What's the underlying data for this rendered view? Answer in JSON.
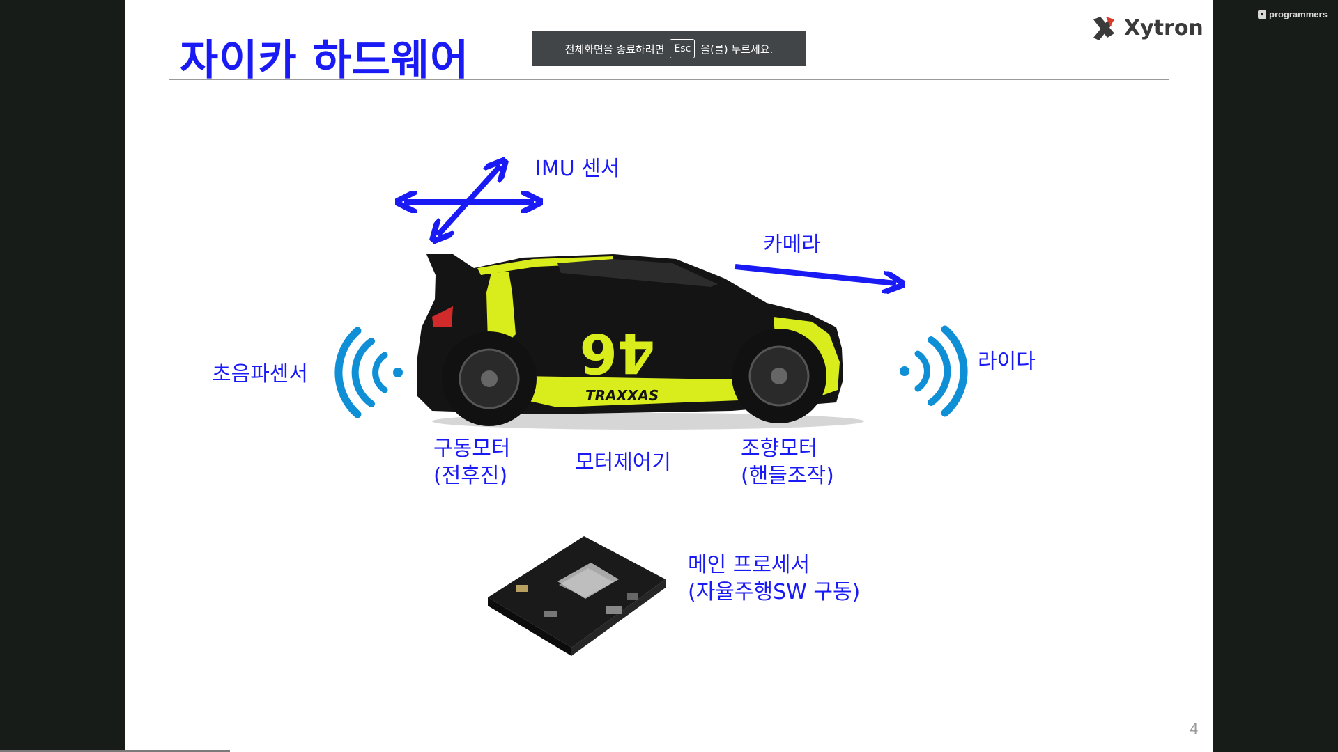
{
  "watermark": {
    "text": "programmers"
  },
  "slide": {
    "title": "자이카 하드웨어",
    "logo_text": "Xytron",
    "page_number": "4"
  },
  "toast": {
    "before": "전체화면을 종료하려면",
    "key": "Esc",
    "after": "을(를) 누르세요."
  },
  "labels": {
    "imu": "IMU 센서",
    "camera": "카메라",
    "ultrasonic": "초음파센서",
    "lidar": "라이다",
    "drive_motor_1": "구동모터",
    "drive_motor_2": "(전후진)",
    "motor_controller": "모터제어기",
    "steering_motor_1": "조향모터",
    "steering_motor_2": "(핸들조작)",
    "processor_1": "메인 프로세서",
    "processor_2": "(자율주행SW 구동)"
  },
  "car": {
    "number": "46",
    "brand": "TRAXXAS"
  },
  "colors": {
    "accent_blue": "#1a1af5",
    "signal_blue": "#0f8fd6",
    "car_yellow": "#d9ec1c",
    "car_black": "#141414"
  }
}
